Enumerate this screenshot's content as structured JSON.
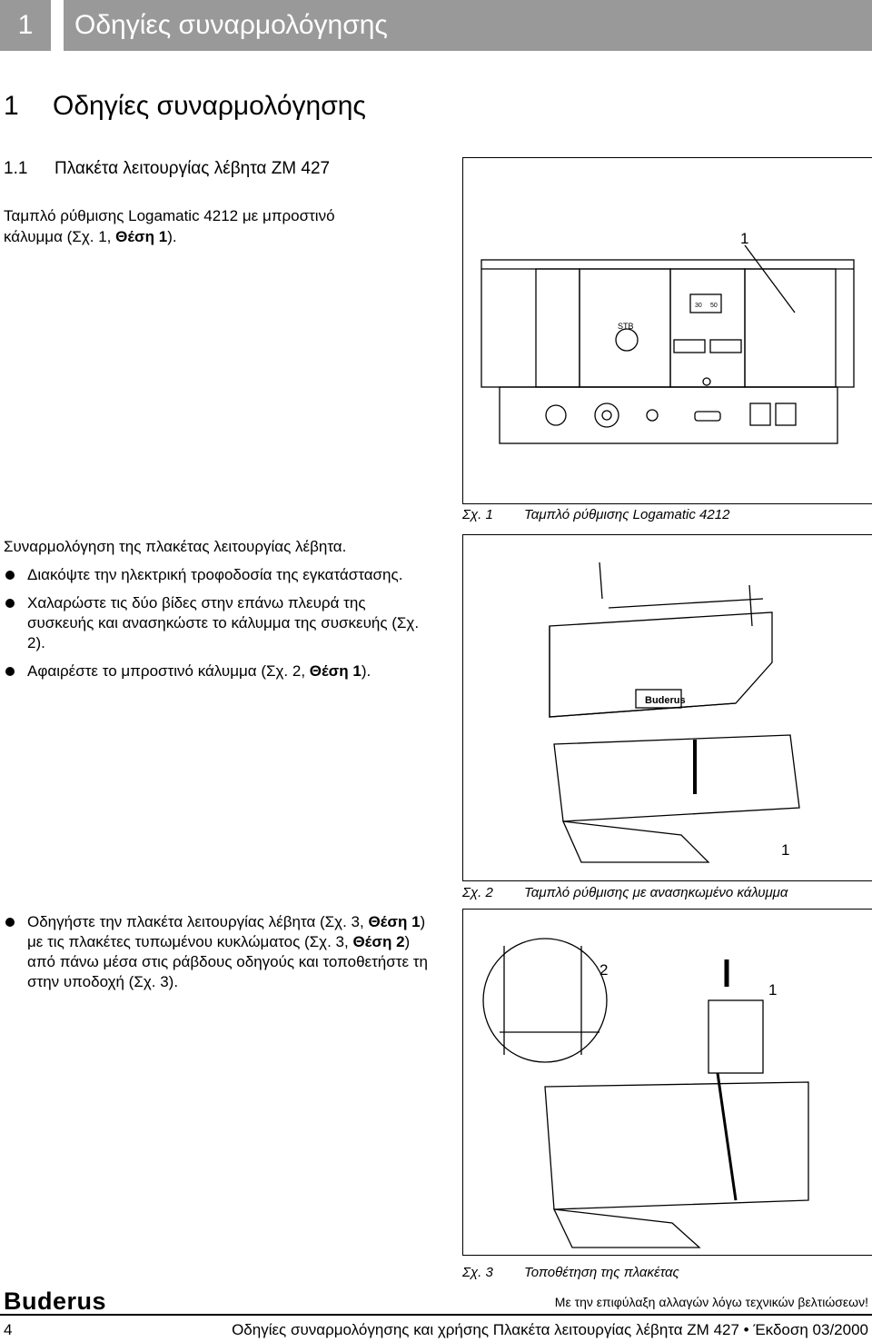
{
  "header": {
    "chapter_num": "1",
    "chapter_title": "Οδηγίες συναρμολόγησης"
  },
  "heading1": {
    "num": "1",
    "title": "Οδηγίες συναρμολόγησης"
  },
  "heading2": {
    "num": "1.1",
    "title": "Πλακέτα λειτουργίας λέβητα ΖΜ 427"
  },
  "intro": {
    "line1": "Ταμπλό ρύθμισης Logamatic 4212 με μπροστινό",
    "line2_a": "κάλυμμα (Σχ. 1, ",
    "line2_b": "Θέση 1",
    "line2_c": ")."
  },
  "section": {
    "title": "Συναρμολόγηση της πλακέτας λειτουργίας λέβητα.",
    "b1": "Διακόψτε την ηλεκτρική τροφοδοσία της εγκατάστασης.",
    "b2": "Χαλαρώστε τις δύο βίδες στην επάνω πλευρά της συσκευής και ανασηκώστε το κάλυμμα της συσκευής (Σχ. 2).",
    "b3_a": "Αφαιρέστε το μπροστινό  κάλυμμα (Σχ. 2, ",
    "b3_b": "Θέση 1",
    "b3_c": ").",
    "b4_a": "Οδηγήστε την πλακέτα λειτουργίας λέβητα (Σχ. 3, ",
    "b4_b": "Θέση 1",
    "b4_c": ") με τις πλακέτες τυπωμένου κυκλώματος (Σχ. 3, ",
    "b4_d": "Θέση 2",
    "b4_e": ") από πάνω μέσα στις ράβδους οδηγούς και τοποθετήστε τη στην υποδοχή (Σχ. 3)."
  },
  "figures": {
    "fig1": {
      "cx": "Σχ. 1",
      "caption": "Ταμπλό ρύθμισης Logamatic 4212",
      "callout": "1",
      "stb": "STB",
      "g30": "30",
      "g50": "50"
    },
    "fig2": {
      "cx": "Σχ. 2",
      "caption": "Ταμπλό ρύθμισης με ανασηκωμένο κάλυμμα",
      "callout": "1",
      "logo": "Buderus"
    },
    "fig3": {
      "cx": "Σχ. 3",
      "caption": "Τοποθέτηση της πλακέτας",
      "callout1": "1",
      "callout2": "2"
    }
  },
  "footer": {
    "brand": "Buderus",
    "rights": "Με την επιφύλαξη αλλαγών λόγω τεχνικών βελτιώσεων!",
    "page": "4",
    "doc": "Οδηγίες συναρμολόγησης και χρήσης Πλακέτα λειτουργίας λέβητα ΖΜ 427 • Έκδοση 03/2000"
  }
}
